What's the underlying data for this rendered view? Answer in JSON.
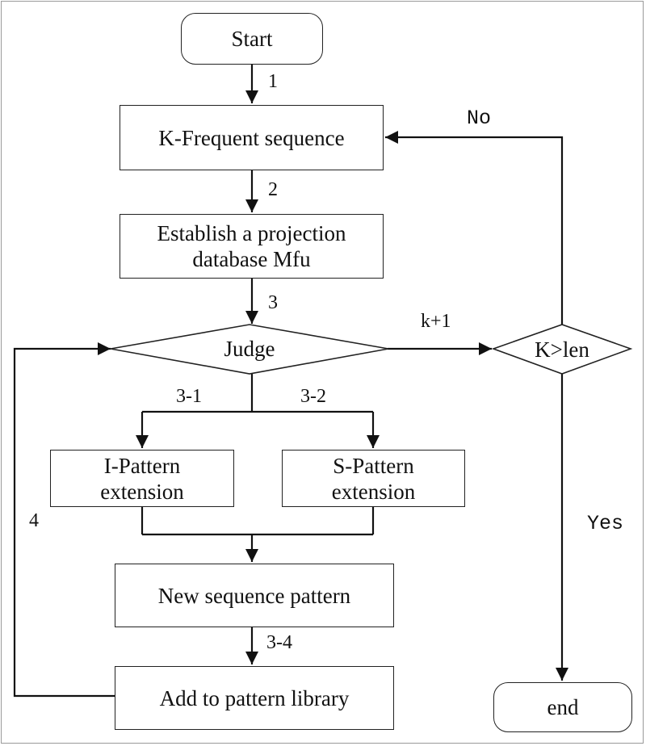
{
  "nodes": {
    "start": "Start",
    "k_frequent": "K-Frequent sequence",
    "projection_line1": "Establish a projection",
    "projection_line2": "database Mfu",
    "judge": "Judge",
    "k_gt_len": "K>len",
    "i_pattern_line1": "I-Pattern",
    "i_pattern_line2": "extension",
    "s_pattern_line1": "S-Pattern",
    "s_pattern_line2": "extension",
    "new_sequence": "New sequence pattern",
    "add_library": "Add to pattern library",
    "end": "end"
  },
  "edge_labels": {
    "step1": "1",
    "step2": "2",
    "step3": "3",
    "step3_1": "3-1",
    "step3_2": "3-2",
    "step3_4": "3-4",
    "step4": "4",
    "k_plus_1": "k+1",
    "no": "No",
    "yes": "Yes"
  }
}
